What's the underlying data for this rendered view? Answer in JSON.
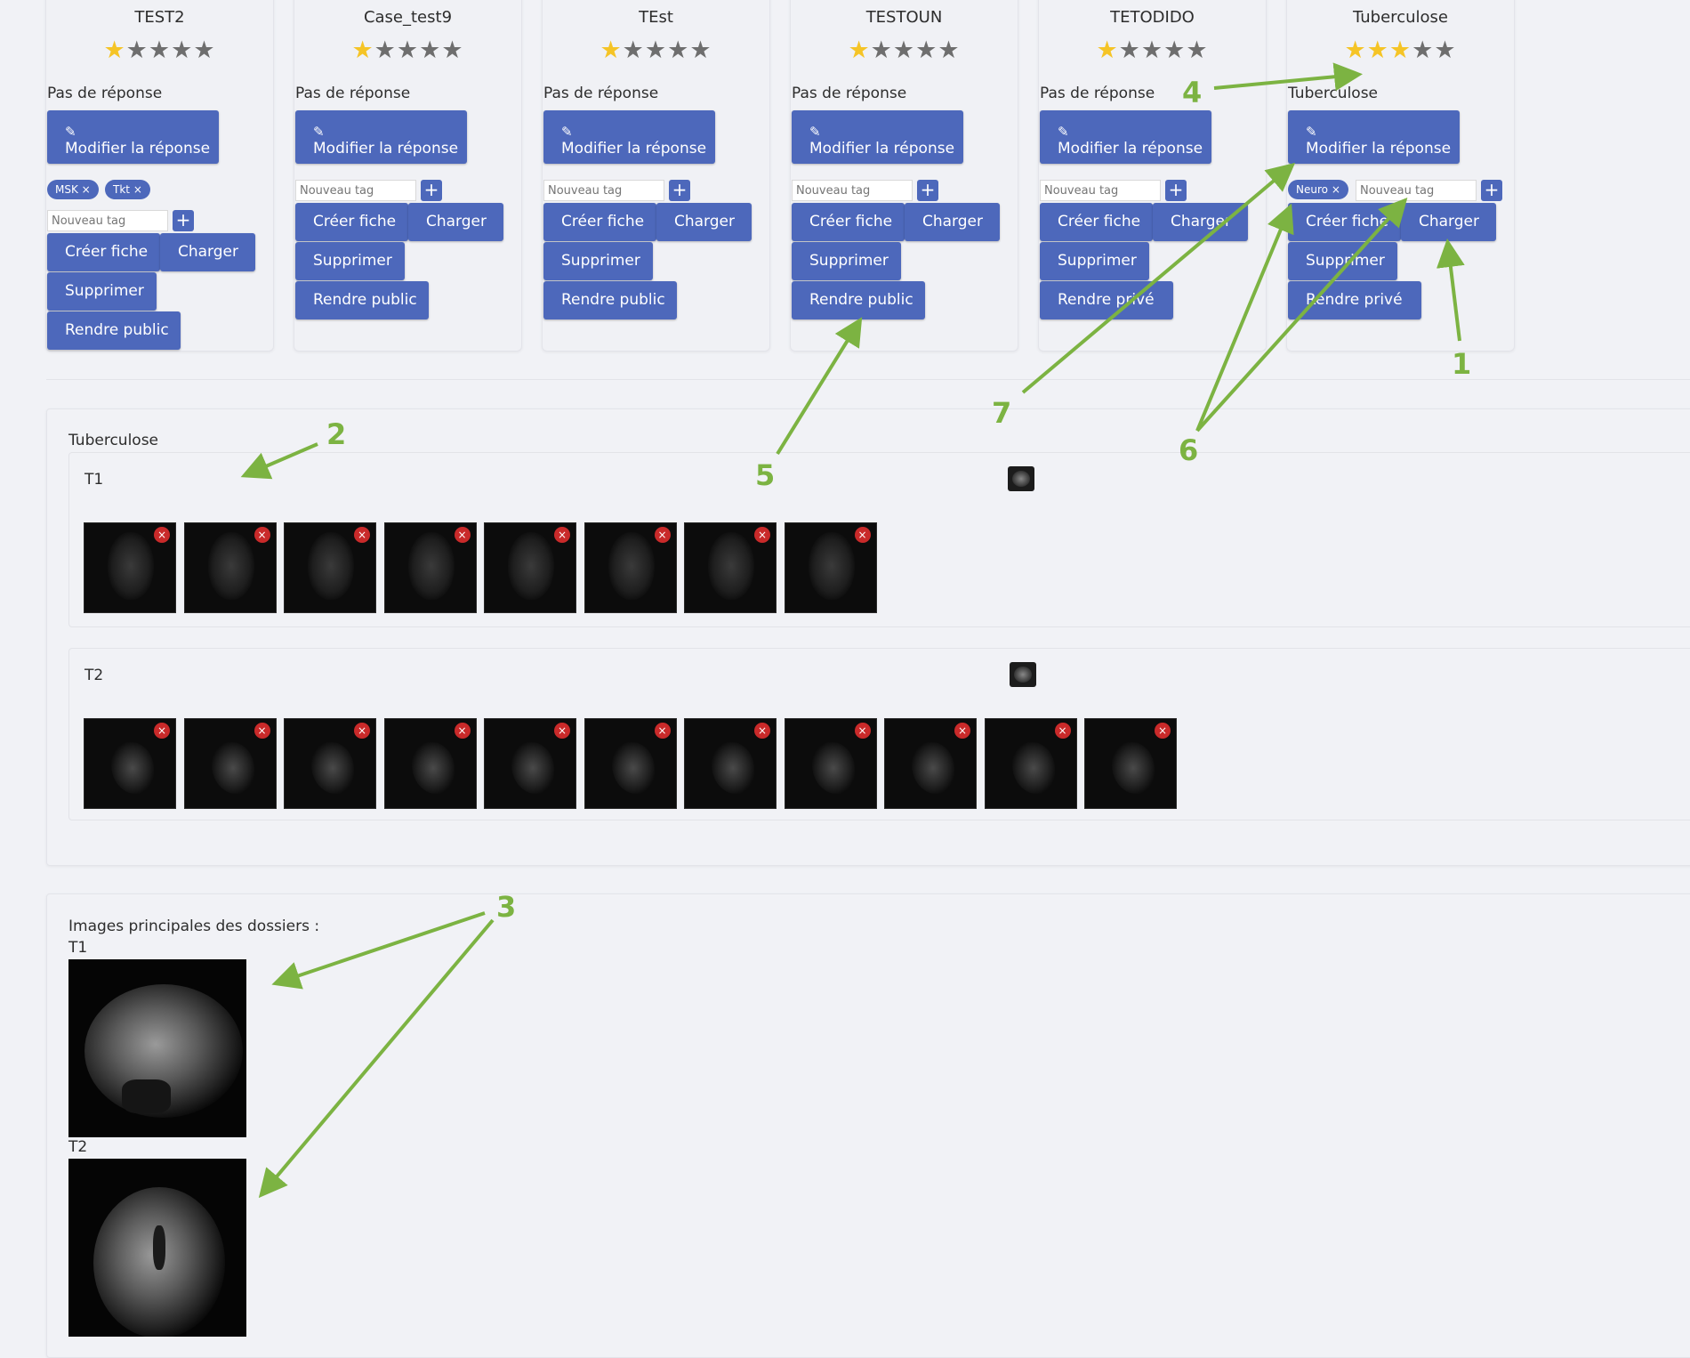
{
  "cards": [
    {
      "title": "TEST2",
      "rating": 1,
      "response": "Pas de réponse",
      "modify_label": "Modifier la réponse",
      "tags": [
        "MSK",
        "Tkt"
      ],
      "tag_placeholder": "Nouveau tag",
      "create_label": "Créer fiche",
      "load_label": "Charger",
      "delete_label": "Supprimer",
      "visibility_label": "Rendre public"
    },
    {
      "title": "Case_test9",
      "rating": 1,
      "response": "Pas de réponse",
      "modify_label": "Modifier la réponse",
      "tags": [],
      "tag_placeholder": "Nouveau tag",
      "create_label": "Créer fiche",
      "load_label": "Charger",
      "delete_label": "Supprimer",
      "visibility_label": "Rendre public"
    },
    {
      "title": "TEst",
      "rating": 1,
      "response": "Pas de réponse",
      "modify_label": "Modifier la réponse",
      "tags": [],
      "tag_placeholder": "Nouveau tag",
      "create_label": "Créer fiche",
      "load_label": "Charger",
      "delete_label": "Supprimer",
      "visibility_label": "Rendre public"
    },
    {
      "title": "TESTOUN",
      "rating": 1,
      "response": "Pas de réponse",
      "modify_label": "Modifier la réponse",
      "tags": [],
      "tag_placeholder": "Nouveau tag",
      "create_label": "Créer fiche",
      "load_label": "Charger",
      "delete_label": "Supprimer",
      "visibility_label": "Rendre public"
    },
    {
      "title": "TETODIDO",
      "rating": 1,
      "response": "Pas de réponse",
      "modify_label": "Modifier la réponse",
      "tags": [],
      "tag_placeholder": "Nouveau tag",
      "create_label": "Créer fiche",
      "load_label": "Charger",
      "delete_label": "Supprimer",
      "visibility_label": "Rendre privé"
    },
    {
      "title": "Tuberculose",
      "rating": 3,
      "response": "Tuberculose",
      "modify_label": "Modifier la réponse",
      "tags": [
        "Neuro"
      ],
      "tag_placeholder": "Nouveau tag",
      "create_label": "Créer fiche",
      "load_label": "Charger",
      "delete_label": "Supprimer",
      "visibility_label": "Rendre privé"
    }
  ],
  "case_panel": {
    "title": "Tuberculose",
    "series": [
      {
        "name": "T1",
        "image_count": 8
      },
      {
        "name": "T2",
        "image_count": 11
      }
    ]
  },
  "main_images": {
    "heading": "Images principales des dossiers :",
    "series": [
      "T1",
      "T2"
    ]
  },
  "annotations": [
    "1",
    "2",
    "3",
    "4",
    "5",
    "6",
    "7"
  ],
  "colors": {
    "accent": "#4d68bb",
    "annotation": "#7cb342",
    "delete": "#c92a2a",
    "star_on": "#f5c426"
  },
  "icons": {
    "modify": "edit-icon",
    "add_tag": "plus-icon",
    "remove_tag": "close-icon",
    "delete_image": "close-icon"
  }
}
